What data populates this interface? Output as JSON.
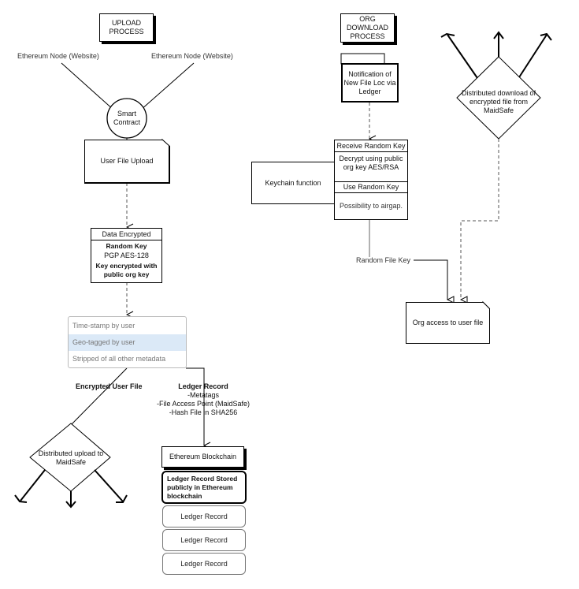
{
  "upload": {
    "title": "UPLOAD PROCESS",
    "node_left": "Ethereum Node (Website)",
    "node_right": "Ethereum Node (Website)",
    "smart_contract": "Smart Contract",
    "user_file_upload": "User File Upload",
    "data_encrypted": {
      "header": "Data Encrypted",
      "line1": "Random Key",
      "line2": "PGP AES-128",
      "line3": "Key encrypted with public org key"
    },
    "metadata": {
      "items": [
        "Time-stamp by user",
        "Geo-tagged by user",
        "Stripped of all other metadata"
      ],
      "highlight_color": "#dbe9f7"
    },
    "encrypted_user_file": "Encrypted User File",
    "ledger_record_label": {
      "title": "Ledger Record",
      "line1": "-Metatags",
      "line2": "-File Access Point (MaidSafe)",
      "line3": "-Hash File in SHA256"
    },
    "distributed_upload": "Distributed upload to MaidSafe",
    "ethereum_blockchain": "Ethereum Blockchain",
    "ledger_record_stored": "Ledger Record Stored publicly in Ethereum blockchain",
    "ledger_records": [
      "Ledger Record",
      "Ledger Record",
      "Ledger Record"
    ]
  },
  "download": {
    "title": "ORG DOWNLOAD PROCESS",
    "notification": "Notification of New File Loc via Ledger",
    "receive_key": "Receive Random Key",
    "decrypt": "Decrypt using public org key AES/RSA",
    "use_key": "Use Random Key",
    "airgap": "Possibility to airgap.",
    "keychain": "Keychain function",
    "random_file_key": "Random File Key",
    "distributed_download": "Distributed download of encrypted file  from MaidSafe",
    "org_access": "Org access to user file"
  }
}
